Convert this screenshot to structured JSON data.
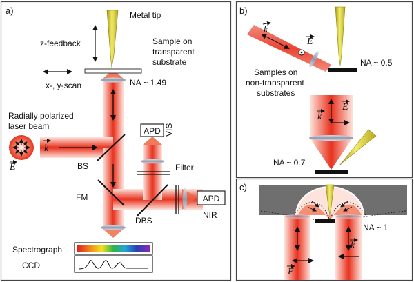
{
  "panel_a": {
    "label": "a)",
    "metal_tip": "Metal tip",
    "z_feedback": "z-feedback",
    "sample_line1": "Sample on",
    "sample_line2": "transparent",
    "sample_line3": "substrate",
    "xy_scan": "x-, y-scan",
    "na": "NA ~ 1.49",
    "laser_line1": "Radially polarized",
    "laser_line2": "laser beam",
    "k": "k",
    "E": "E",
    "bs": "BS",
    "apd_vis": "APD",
    "vis": "VIS",
    "filter": "Filter",
    "fm": "FM",
    "dbs": "DBS",
    "apd_nir": "APD",
    "nir": "NIR",
    "spectrograph": "Spectrograph",
    "ccd": "CCD"
  },
  "panel_b": {
    "label": "b)",
    "k": "k",
    "E": "E",
    "na_top": "NA ~ 0.5",
    "samples_line1": "Samples on",
    "samples_line2": "non-transparent",
    "samples_line3": "substrates",
    "k2": "k",
    "E2": "E",
    "na_bottom": "NA ~ 0.7"
  },
  "panel_c": {
    "label": "c)",
    "na": "NA ~ 1",
    "k": "k",
    "E": "E"
  },
  "colors": {
    "beam_core": "#e8321e",
    "beam_edge": "#fbd8cf",
    "tip": "#e8e04a",
    "lens": "#9aa4b8",
    "block": "#6f6f6f",
    "frame": "#444444"
  }
}
